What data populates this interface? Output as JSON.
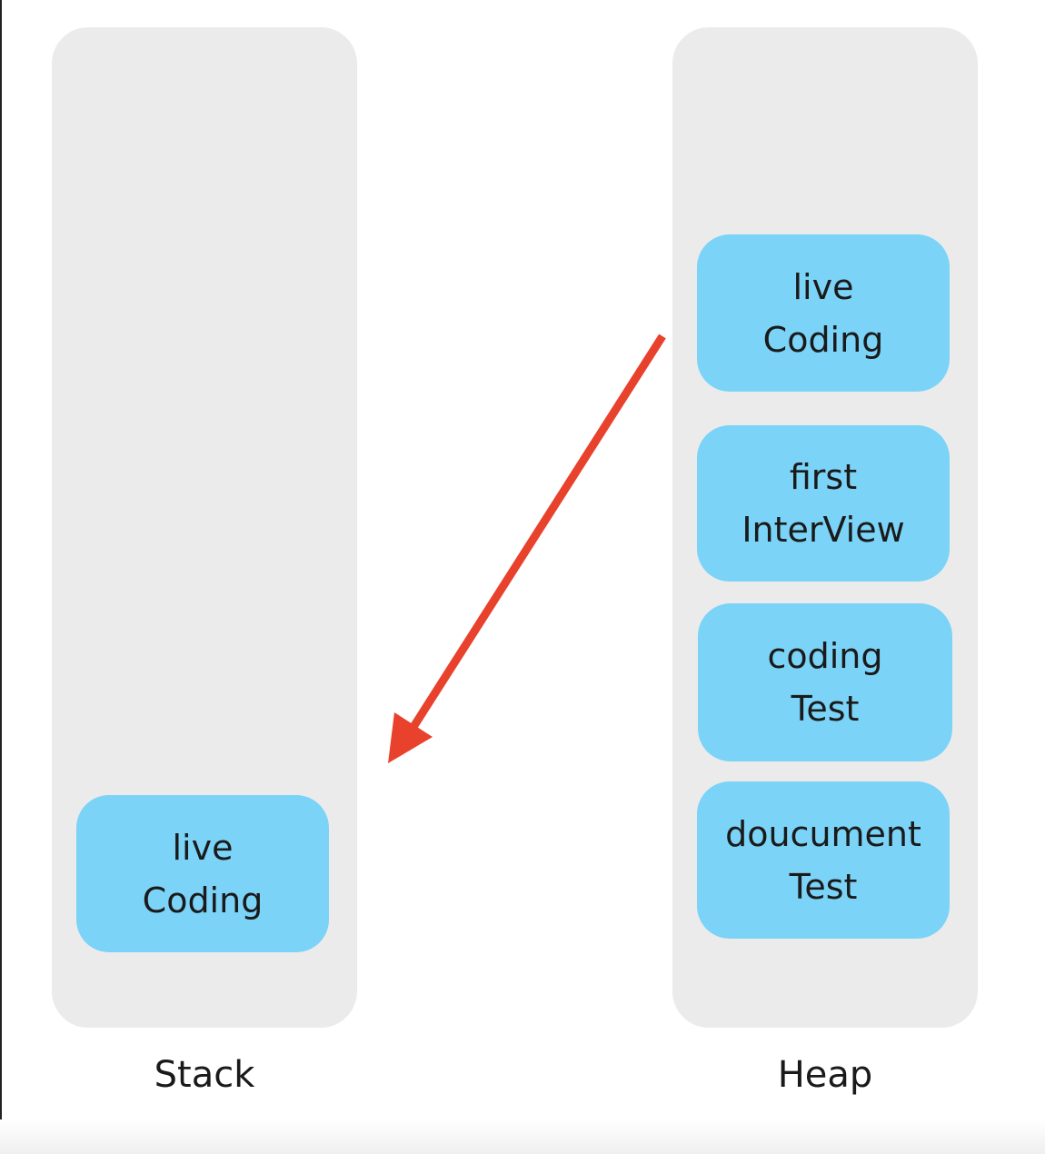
{
  "colors": {
    "panel": "#ebebeb",
    "box": "#7bd3f7",
    "arrow": "#e8412c"
  },
  "stack": {
    "label": "Stack",
    "items": [
      {
        "line1": "live",
        "line2": "Coding"
      }
    ]
  },
  "heap": {
    "label": "Heap",
    "items": [
      {
        "line1": "live",
        "line2": "Coding"
      },
      {
        "line1": "first",
        "line2": "InterView"
      },
      {
        "line1": "coding",
        "line2": "Test"
      },
      {
        "line1": "doucument",
        "line2": "Test"
      }
    ]
  }
}
